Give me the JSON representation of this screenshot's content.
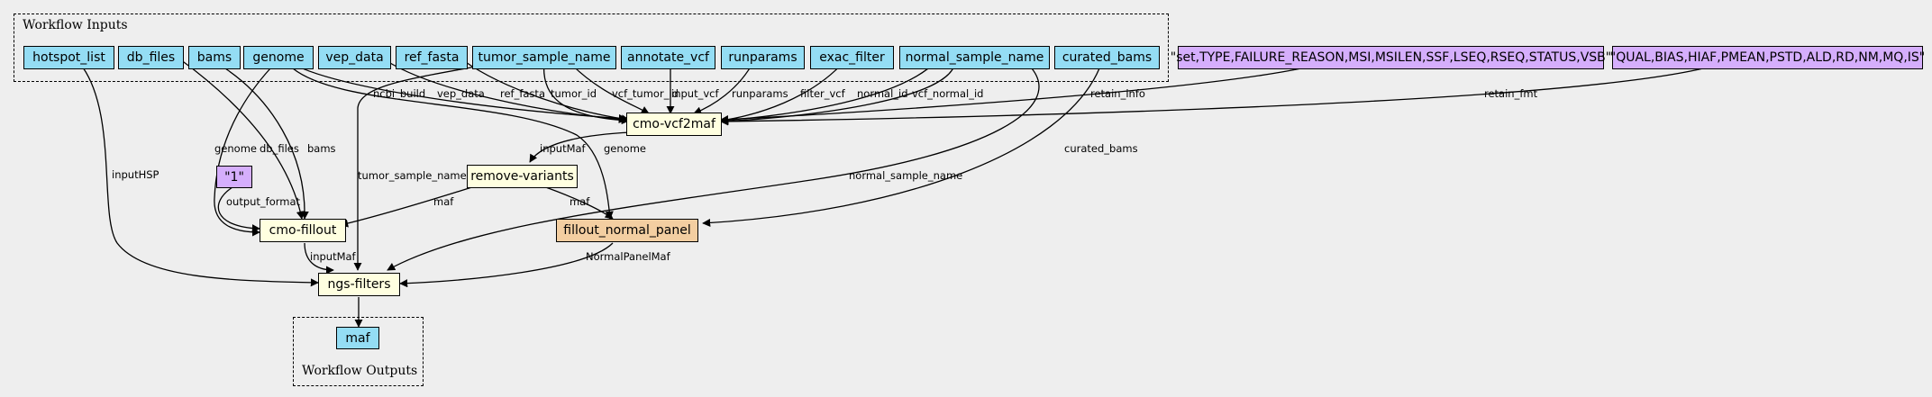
{
  "clusters": {
    "inputs_label": "Workflow Inputs",
    "outputs_label": "Workflow Outputs"
  },
  "colors": {
    "background": "#eeeeee",
    "input_fill": "#94ddf4",
    "step_fill": "#ffffe0",
    "subworkflow_fill": "#f3cea1",
    "literal_fill": "#d5aefc"
  },
  "inputs": {
    "hotspot_list": "hotspot_list",
    "db_files": "db_files",
    "bams": "bams",
    "genome": "genome",
    "vep_data": "vep_data",
    "ref_fasta": "ref_fasta",
    "tumor_sample_name": "tumor_sample_name",
    "annotate_vcf": "annotate_vcf",
    "runparams": "runparams",
    "exac_filter": "exac_filter",
    "normal_sample_name": "normal_sample_name",
    "curated_bams": "curated_bams"
  },
  "literals": {
    "retain_info": "\"set,TYPE,FAILURE_REASON,MSI,MSILEN,SSF,LSEQ,RSEQ,STATUS,VSB\"",
    "retain_fmt": "\"QUAL,BIAS,HIAF,PMEAN,PSTD,ALD,RD,NM,MQ,IS\"",
    "output_format": "\"1\""
  },
  "steps": {
    "vcf2maf": "cmo-vcf2maf",
    "remove_variants": "remove-variants",
    "fillout_normal_panel": "fillout_normal_panel",
    "fillout": "cmo-fillout",
    "ngs_filters": "ngs-filters"
  },
  "outputs": {
    "maf": "maf"
  },
  "edge_labels": {
    "ncbi_build": "ncbi_build",
    "vep_data": "vep_data",
    "ref_fasta": "ref_fasta",
    "tumor_id": "tumor_id",
    "vcf_tumor_id": "vcf_tumor_id",
    "input_vcf": "input_vcf",
    "runparams": "runparams",
    "filter_vcf": "filter_vcf",
    "normal_id": "normal_id",
    "vcf_normal_id": "vcf_normal_id",
    "retain_info": "retain_info",
    "retain_fmt": "retain_fmt",
    "inputHSP": "inputHSP",
    "genome_fillout": "genome",
    "db_files": "db_files",
    "bams": "bams",
    "tumor_sample_name": "tumor_sample_name",
    "inputMaf_rv": "inputMaf",
    "genome_panel": "genome",
    "normal_sample_name": "normal_sample_name",
    "curated_bams": "curated_bams",
    "output_format": "output_format",
    "maf_fillout": "maf",
    "maf_panel": "maf",
    "inputMaf_ngs": "inputMaf",
    "NormalPanelMaf": "NormalPanelMaf"
  }
}
